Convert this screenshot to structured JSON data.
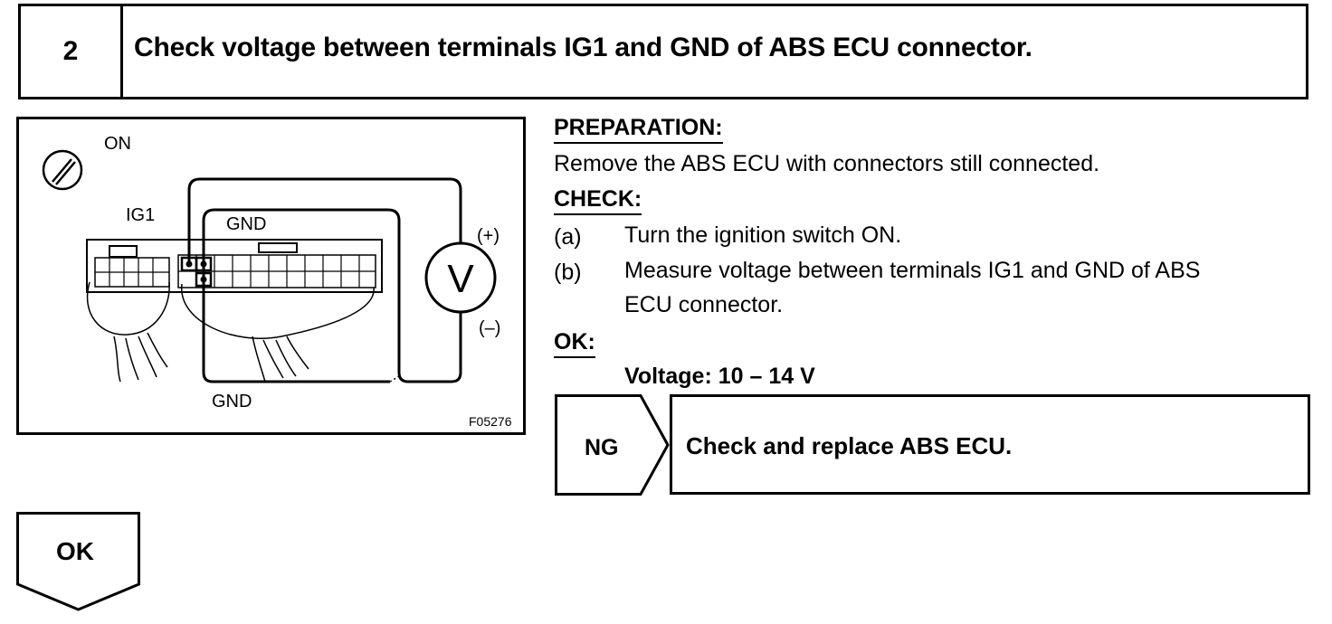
{
  "header": {
    "step_number": "2",
    "title": "Check voltage between terminals IG1 and GND of ABS ECU connector."
  },
  "diagram": {
    "switch_label": "ON",
    "ig1_label": "IG1",
    "gnd_label_top": "GND",
    "gnd_label_bottom": "GND",
    "plus_label": "(+)",
    "minus_label": "(–)",
    "meter_label": "V",
    "figure_code": "F05276"
  },
  "instructions": {
    "preparation_heading": "PREPARATION:",
    "preparation_text": "Remove the ABS ECU with connectors still connected.",
    "check_heading": "CHECK:",
    "steps": [
      {
        "letter": "(a)",
        "line1": "Turn the ignition switch ON.",
        "line2": ""
      },
      {
        "letter": "(b)",
        "line1": "Measure voltage between terminals IG1 and GND of ABS",
        "line2": "ECU connector."
      }
    ],
    "ok_heading": "OK:",
    "spec": "Voltage: 10 – 14 V"
  },
  "ng_result": {
    "label": "NG",
    "action": "Check and replace ABS ECU."
  },
  "ok_result": {
    "label": "OK"
  }
}
